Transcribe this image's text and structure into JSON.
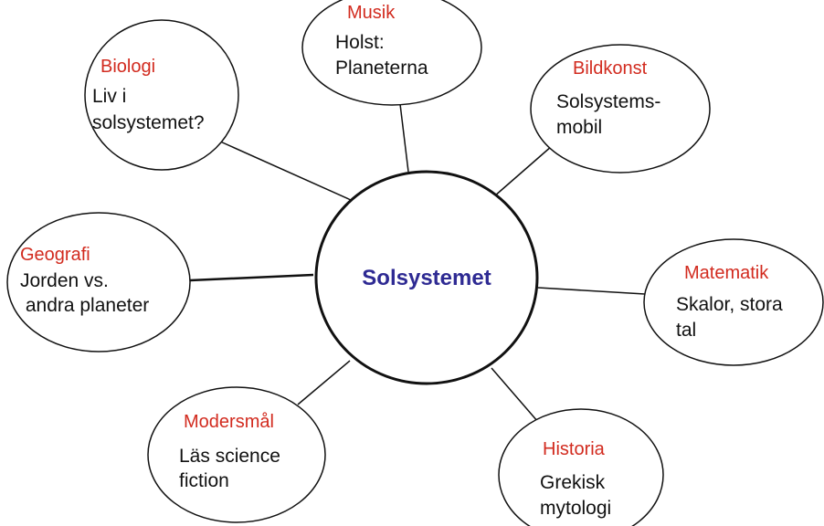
{
  "colors": {
    "subject": "#d22b1f",
    "topic": "#111111",
    "center": "#2e2a93",
    "outline": "#111111",
    "background": "#ffffff"
  },
  "center": {
    "label": "Solsystemet"
  },
  "nodes": {
    "musik": {
      "subject": "Musik",
      "lines": [
        "Holst:",
        "Planeterna"
      ]
    },
    "biologi": {
      "subject": "Biologi",
      "lines": [
        "Liv i",
        "solsystemet?"
      ]
    },
    "bildkonst": {
      "subject": "Bildkonst",
      "lines": [
        "Solsystems-",
        "mobil"
      ]
    },
    "geografi": {
      "subject": "Geografi",
      "lines": [
        "Jorden vs.",
        " andra planeter"
      ]
    },
    "matematik": {
      "subject": "Matematik",
      "lines": [
        "Skalor, stora",
        "tal"
      ]
    },
    "modersmal": {
      "subject": "Modersmål",
      "lines": [
        "Läs science",
        "fiction"
      ]
    },
    "historia": {
      "subject": "Historia",
      "lines": [
        "Grekisk",
        "mytologi"
      ]
    }
  }
}
